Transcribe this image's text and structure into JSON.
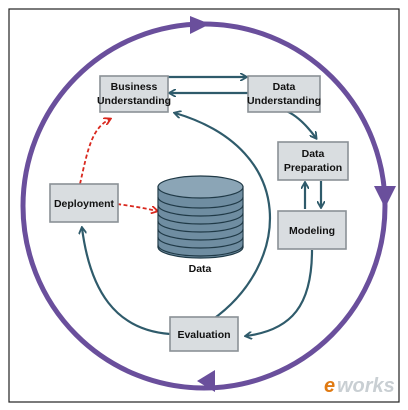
{
  "phases": {
    "business_understanding": [
      "Business",
      "Understanding"
    ],
    "data_understanding": [
      "Data",
      "Understanding"
    ],
    "data_preparation": [
      "Data",
      "Preparation"
    ],
    "modeling": [
      "Modeling"
    ],
    "evaluation": [
      "Evaluation"
    ],
    "deployment": [
      "Deployment"
    ]
  },
  "data_store": {
    "label": "Data"
  },
  "watermark": {
    "prefix": "e",
    "suffix": "works"
  },
  "colors": {
    "outer_cycle": "#6a4f9c",
    "inner_arrow": "#2f5b6b",
    "deploy_arrow": "#d9281e",
    "box_fill": "#d9dde0",
    "box_stroke": "#8a9196",
    "drum_fill": "#6f8da1",
    "watermark_e": "#e07a12",
    "watermark_works": "#c9cfd3"
  }
}
